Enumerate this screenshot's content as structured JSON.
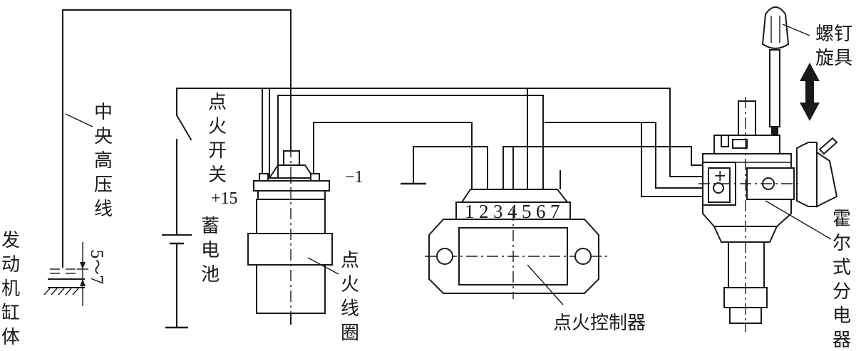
{
  "labels": {
    "central_hv_wire": [
      "中",
      "央",
      "高",
      "压",
      "线"
    ],
    "ignition_switch": [
      "点",
      "火",
      "开",
      "关"
    ],
    "terminal_plus15": "+15",
    "terminal_minus1": "−1",
    "battery": [
      "蓄",
      "电",
      "池"
    ],
    "ignition_coil": [
      "点",
      "火",
      "线",
      "圈"
    ],
    "engine_block": [
      "发",
      "动",
      "机",
      "缸",
      "体"
    ],
    "gap_dimension": "5～7",
    "controller": "点火控制器",
    "controller_pins": [
      "1",
      "2",
      "3",
      "4",
      "5",
      "6",
      "7"
    ],
    "screwdriver": [
      "螺钉",
      "旋具"
    ],
    "hall_distributor": [
      "霍",
      "尔",
      "式",
      "分",
      "电",
      "器"
    ],
    "sensor_mark": "+"
  }
}
